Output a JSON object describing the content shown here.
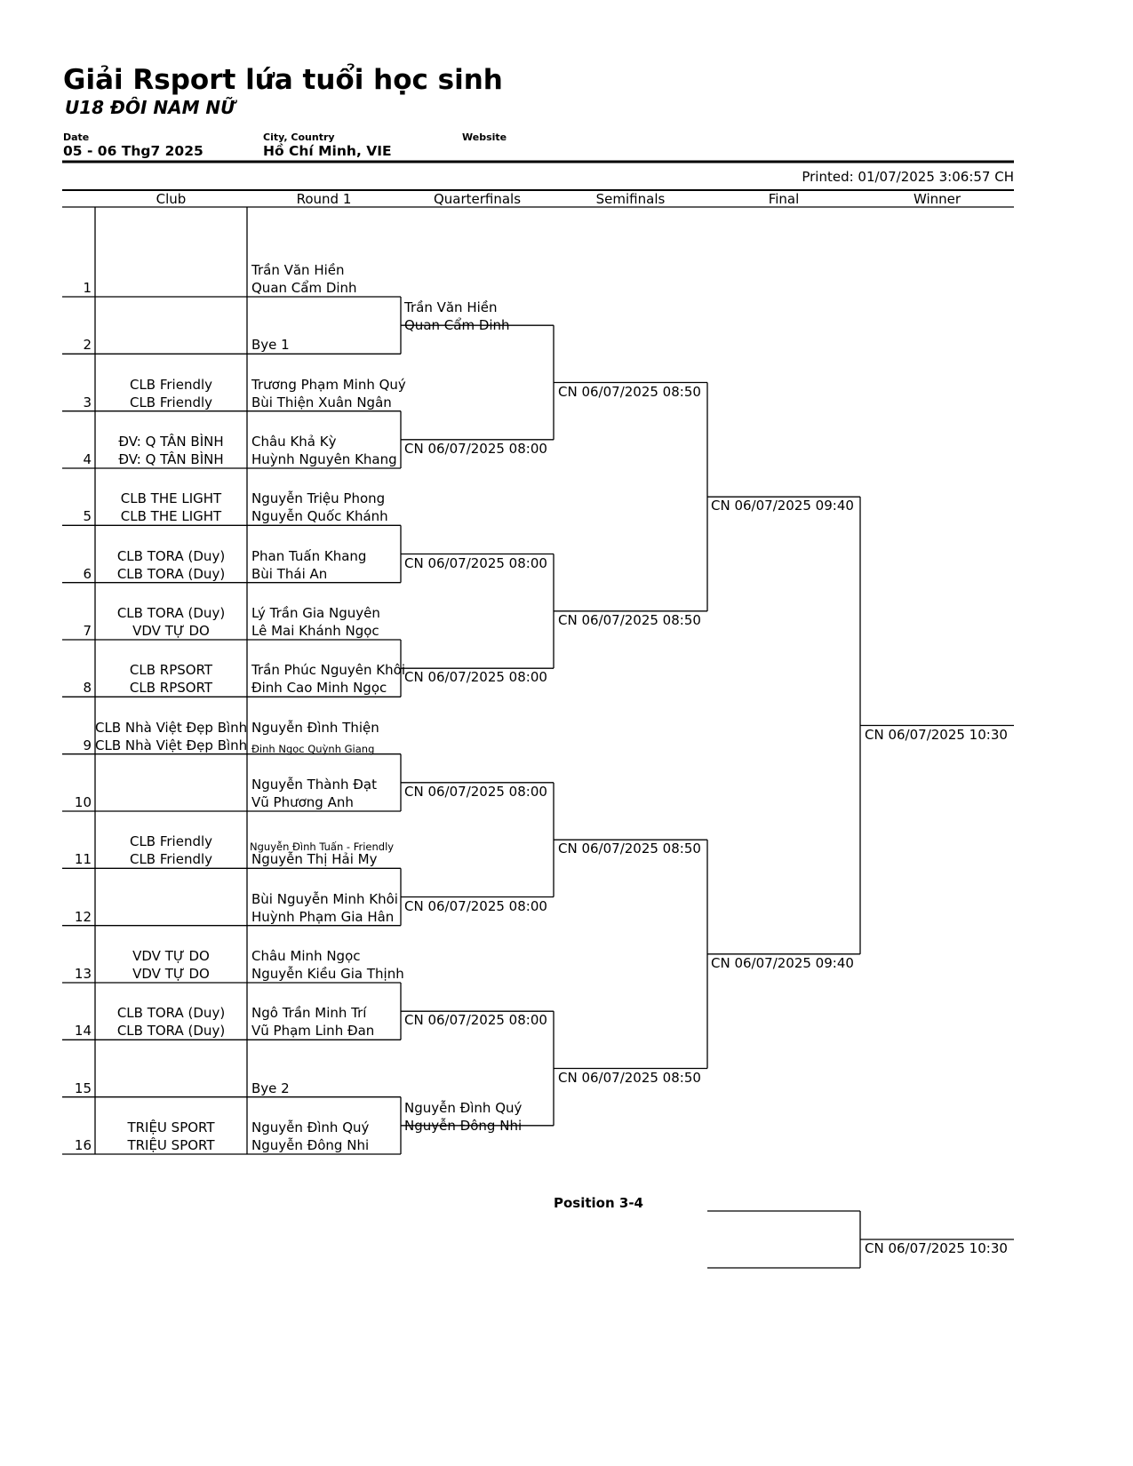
{
  "header": {
    "title": "Giải Rsport lứa tuổi học sinh",
    "subtitle": "U18 ĐÔI NAM  NỮ",
    "date_label": "Date",
    "date_value": "05 - 06 Thg7 2025",
    "city_label": "City, Country",
    "city_value": "Hồ Chí Minh, VIE",
    "website_label": "Website",
    "printed": "Printed: 01/07/2025 3:06:57 CH"
  },
  "columns": [
    "Club",
    "Round 1",
    "Quarterfinals",
    "Semifinals",
    "Final",
    "Winner"
  ],
  "entries": [
    {
      "num": "1",
      "club": [
        "",
        ""
      ],
      "players": [
        "Trần Văn Hiền",
        "Quan Cẩm Dinh"
      ]
    },
    {
      "num": "2",
      "club": [
        "",
        ""
      ],
      "players": [
        "",
        "Bye 1"
      ]
    },
    {
      "num": "3",
      "club": [
        "CLB Friendly",
        "CLB Friendly"
      ],
      "players": [
        "Trương Phạm Minh Quý",
        "Bùi Thiện Xuân Ngân"
      ]
    },
    {
      "num": "4",
      "club": [
        "ĐV: Q TÂN BÌNH",
        "ĐV: Q TÂN BÌNH"
      ],
      "players": [
        "Châu Khả Kỳ",
        "Huỳnh Nguyên Khang"
      ]
    },
    {
      "num": "5",
      "club": [
        "CLB THE LIGHT",
        "CLB THE LIGHT"
      ],
      "players": [
        "Nguyễn Triệu Phong",
        "Nguyễn Quốc Khánh"
      ]
    },
    {
      "num": "6",
      "club": [
        "CLB TORA (Duy)",
        "CLB TORA (Duy)"
      ],
      "players": [
        "Phan Tuấn Khang",
        "Bùi Thái An"
      ]
    },
    {
      "num": "7",
      "club": [
        "CLB TORA (Duy)",
        "VDV TỰ DO"
      ],
      "players": [
        "Lý Trần Gia Nguyên",
        "Lê Mai Khánh Ngọc"
      ]
    },
    {
      "num": "8",
      "club": [
        "CLB RPSORT",
        "CLB RPSORT"
      ],
      "players": [
        "Trần Phúc Nguyên Khôi",
        "Đinh Cao Minh Ngọc"
      ]
    },
    {
      "num": "9",
      "club": [
        "CLB Nhà Việt Đẹp Bình Minh",
        "CLB Nhà Việt Đẹp Bình Minh"
      ],
      "players": [
        "Nguyễn Đình Thiện",
        "Đinh Ngọc Quỳnh Giang"
      ]
    },
    {
      "num": "10",
      "club": [
        "",
        ""
      ],
      "players": [
        "Nguyễn Thành Đạt",
        "Vũ Phương Anh"
      ]
    },
    {
      "num": "11",
      "club": [
        "CLB Friendly",
        "CLB Friendly"
      ],
      "players": [
        "Nguyễn Đình Tuấn - Friendly",
        "Nguyễn Thị Hải My"
      ]
    },
    {
      "num": "12",
      "club": [
        "",
        ""
      ],
      "players": [
        "Bùi Nguyễn Minh Khôi",
        "Huỳnh Phạm Gia Hân"
      ]
    },
    {
      "num": "13",
      "club": [
        "VDV TỰ DO",
        "VDV TỰ DO"
      ],
      "players": [
        "Châu Minh Ngọc",
        "Nguyễn Kiều Gia Thịnh"
      ]
    },
    {
      "num": "14",
      "club": [
        "CLB TORA (Duy)",
        "CLB TORA (Duy)"
      ],
      "players": [
        "Ngô Trần Minh Trí",
        "Vũ Phạm Linh Đan"
      ]
    },
    {
      "num": "15",
      "club": [
        "",
        ""
      ],
      "players": [
        "",
        "Bye 2"
      ]
    },
    {
      "num": "16",
      "club": [
        "TRIỆU SPORT",
        "TRIỆU SPORT"
      ],
      "players": [
        "Nguyễn Đình Quý",
        "Nguyễn Đông Nhi"
      ]
    }
  ],
  "quarterfinals": [
    {
      "names": [
        "Trần Văn Hiền",
        "Quan Cẩm Dinh"
      ]
    },
    {
      "time": "CN 06/07/2025 08:00"
    },
    {
      "time": "CN 06/07/2025 08:00"
    },
    {
      "time": "CN 06/07/2025 08:00"
    },
    {
      "time": "CN 06/07/2025 08:00"
    },
    {
      "time": "CN 06/07/2025 08:00"
    },
    {
      "time": "CN 06/07/2025 08:00"
    },
    {
      "names": [
        "Nguyễn Đình Quý",
        "Nguyễn Đông Nhi"
      ]
    }
  ],
  "semifinals": [
    "CN 06/07/2025 08:50",
    "CN 06/07/2025 08:50",
    "CN 06/07/2025 08:50",
    "CN 06/07/2025 08:50"
  ],
  "final": [
    "CN 06/07/2025 09:40",
    "CN 06/07/2025 09:40"
  ],
  "winner": "CN 06/07/2025 10:30",
  "position34": {
    "label": "Position 3-4",
    "time": "CN 06/07/2025 10:30"
  }
}
